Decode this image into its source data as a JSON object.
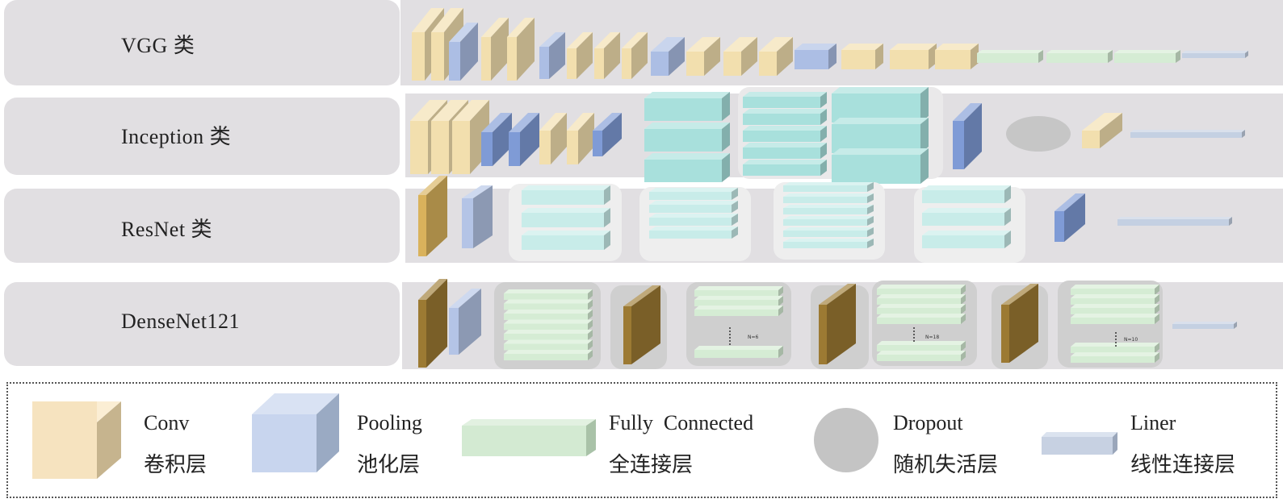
{
  "rows": [
    {
      "label": "VGG 类"
    },
    {
      "label": "Inception 类"
    },
    {
      "label": "ResNet 类"
    },
    {
      "label": "DenseNet121"
    }
  ],
  "block_labels": {
    "dense_block_1": "N=6",
    "dense_block_2": "N=18",
    "dense_block_3": "N=10"
  },
  "legend": [
    {
      "icon": "conv-cube-icon",
      "en": "Conv",
      "zh": "卷积层",
      "color": "#f5deb0"
    },
    {
      "icon": "pooling-cube-icon",
      "en": "Pooling",
      "zh": "池化层",
      "color": "#b7c9ea"
    },
    {
      "icon": "fully-connected-slab-icon",
      "en": "Fully  Connected",
      "zh": "全连接层",
      "color": "#cde9cf"
    },
    {
      "icon": "dropout-circle-icon",
      "en": "Dropout",
      "zh": "随机失活层",
      "color": "#bdbdbd"
    },
    {
      "icon": "liner-bar-icon",
      "en": "Liner",
      "zh": "线性连接层",
      "color": "#c4cfe0"
    }
  ],
  "colors": {
    "conv": "#f2dfae",
    "conv_resnet": "#d9b25c",
    "conv_densenet": "#9c7a33",
    "pooling": "#7f9bd6",
    "pooling_light": "#b4c4e6",
    "fully_connected": "#d5ecd4",
    "inception_block": "#a8e0dc",
    "resnet_block": "#c8ece9",
    "dropout": "#c6c6c6",
    "liner": "#c4d0e2"
  }
}
